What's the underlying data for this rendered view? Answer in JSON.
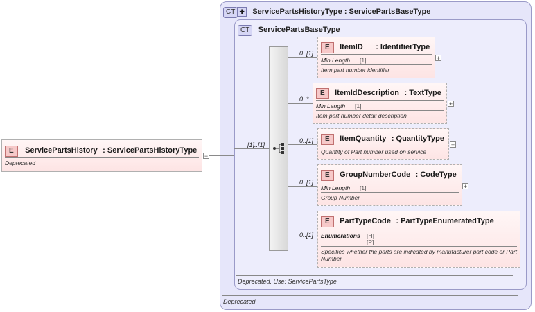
{
  "root": {
    "badge": "E",
    "name": "ServicePartsHistory",
    "type": ": ServicePartsHistoryType",
    "note": "Deprecated",
    "multiplicity": "[1]..[1]"
  },
  "outer_type": {
    "badge": "CT",
    "title": "ServicePartsHistoryType : ServicePartsBaseType",
    "note": "Deprecated"
  },
  "inner_type": {
    "badge": "CT",
    "title": "ServicePartsBaseType",
    "note": "Deprecated. Use: ServicePartsType"
  },
  "elements": [
    {
      "name": "ItemID",
      "type": ": IdentifierType",
      "mult": "0..[1]",
      "facet_label": "Min Length",
      "facet_values": [
        "[1]"
      ],
      "desc": "Item part number identifier"
    },
    {
      "name": "ItemIdDescription",
      "type": ": TextType",
      "mult": "0..*",
      "facet_label": "Min Length",
      "facet_values": [
        "[1]"
      ],
      "desc": "Item part number detail description"
    },
    {
      "name": "ItemQuantity",
      "type": ": QuantityType",
      "mult": "0..[1]",
      "facet_label": "",
      "facet_values": [],
      "desc": "Quantity of Part number used on service"
    },
    {
      "name": "GroupNumberCode",
      "type": ": CodeType",
      "mult": "0..[1]",
      "facet_label": "Min Length",
      "facet_values": [
        "[1]"
      ],
      "desc": "Group Number"
    },
    {
      "name": "PartTypeCode",
      "type": ": PartTypeEnumeratedType",
      "mult": "0..[1]",
      "facet_label": "Enumerations",
      "facet_values": [
        "[H]",
        "[P]"
      ],
      "desc": "Specifies whether the parts are indicated by manufacturer part code or Part Number"
    }
  ],
  "symbols": {
    "expand": "+",
    "collapse": "−",
    "element_badge": "E"
  }
}
